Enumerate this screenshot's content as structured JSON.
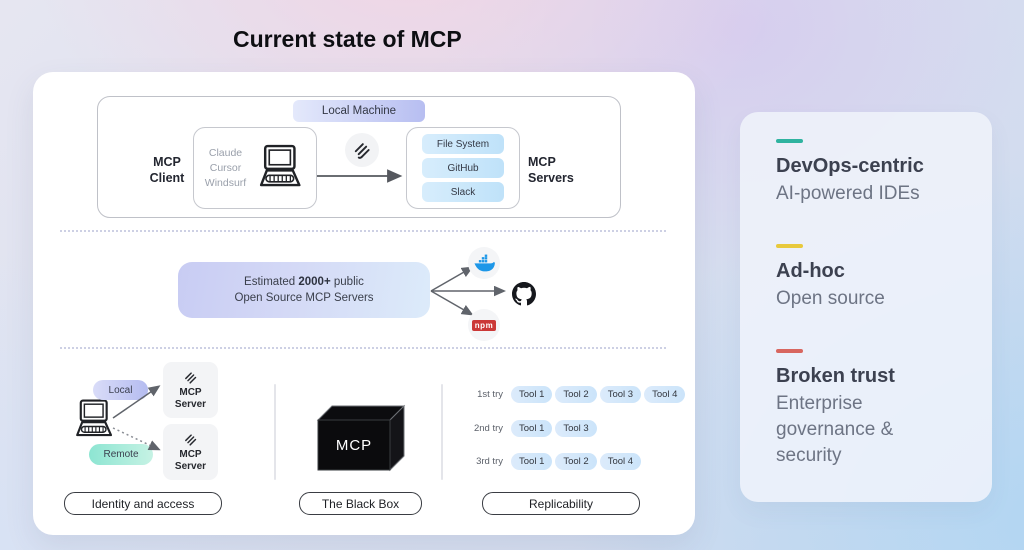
{
  "title": "Current state of MCP",
  "local_machine": {
    "label": "Local Machine",
    "client_label": "MCP\nClient",
    "client_apps": [
      "Claude",
      "Cursor",
      "Windsurf"
    ],
    "servers_label": "MCP\nServers",
    "server_chips": [
      "File System",
      "GitHub",
      "Slack"
    ]
  },
  "ecosystem": {
    "line1_prefix": "Estimated ",
    "line1_bold": "2000+",
    "line1_suffix": " public",
    "line2": "Open Source MCP Servers",
    "registries": [
      "docker",
      "github",
      "npm"
    ],
    "npm_label": "npm"
  },
  "identity": {
    "local_label": "Local",
    "remote_label": "Remote",
    "server_card_label": "MCP\nServer",
    "caption": "Identity and access"
  },
  "black_box": {
    "cube_label": "MCP",
    "caption": "The Black Box"
  },
  "replicability": {
    "rows": [
      {
        "label": "1st try",
        "tools": [
          "Tool 1",
          "Tool 2",
          "Tool 3",
          "Tool 4"
        ]
      },
      {
        "label": "2nd try",
        "tools": [
          "Tool 1",
          "Tool 3"
        ]
      },
      {
        "label": "3rd try",
        "tools": [
          "Tool 1",
          "Tool 2",
          "Tool 4"
        ]
      }
    ],
    "caption": "Replicability"
  },
  "sidebar": {
    "items": [
      {
        "title": "DevOps-centric",
        "subtitle": "AI-powered IDEs",
        "accent": "#2fb3a0"
      },
      {
        "title": "Ad-hoc",
        "subtitle": "Open source",
        "accent": "#e8c93c"
      },
      {
        "title": "Broken trust",
        "subtitle": "Enterprise governance & security",
        "accent": "#d8665f"
      }
    ]
  },
  "colors": {
    "docker_blue": "#1d97e8",
    "npm_red": "#cb3837",
    "accent_lavender": "#b7bef1",
    "accent_blue_chip": "#bfe2f9"
  }
}
